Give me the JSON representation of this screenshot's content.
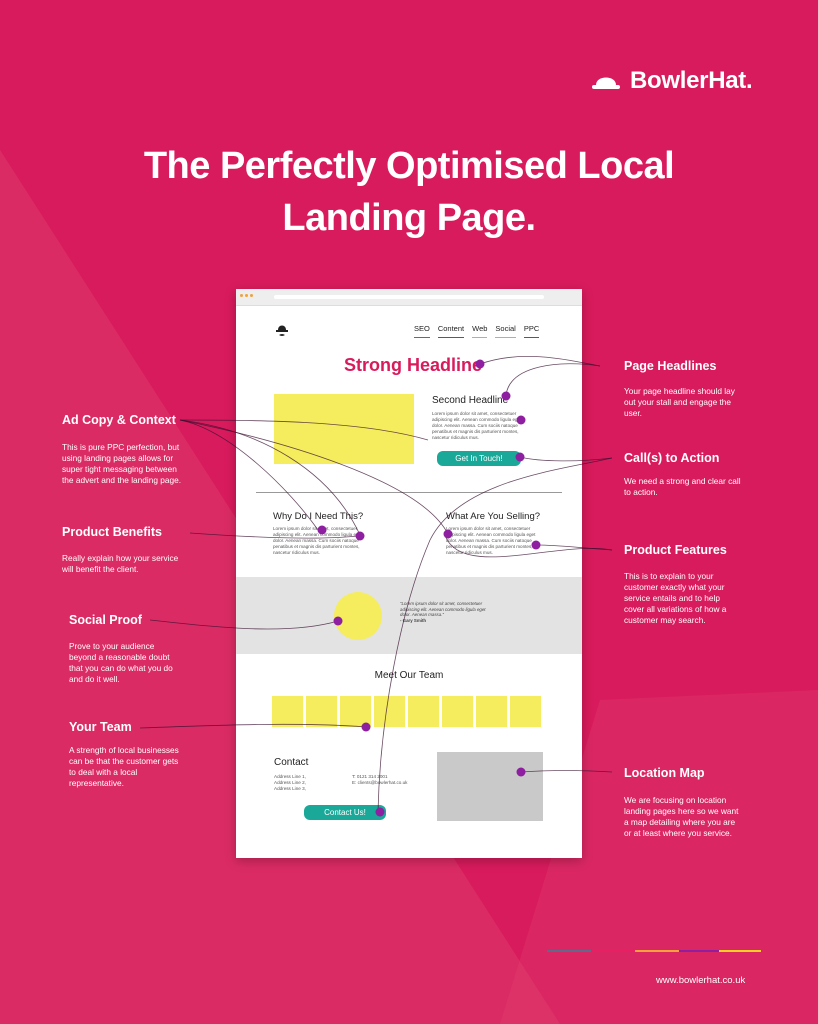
{
  "brand": {
    "name": "BowlerHat.",
    "icon": "bowler-hat-icon"
  },
  "title": {
    "line1": "The Perfectly Optimised Local",
    "line2": "Landing Page."
  },
  "colors": {
    "background": "#d81b5c",
    "accent_purple": "#8e1fa0",
    "yellow": "#f5ec5e",
    "teal": "#1aa898"
  },
  "mockup": {
    "nav": [
      "SEO",
      "Content",
      "Web",
      "Social",
      "PPC"
    ],
    "strong_headline": "Strong Headline",
    "second_headline": "Second Headline",
    "lorem_short": "Lorem ipsum dolor sit amet, consectetuer adipiscing elit. Aenean commodo ligula eget dolor. Aenean massa. Cum sociis natoque penatibus et magnis dis parturient montes, nascetur ridiculus mus.",
    "cta_top": "Get In Touch!",
    "why_title": "Why Do I Need This?",
    "what_title": "What Are You Selling?",
    "quote": "\"Lorem ipsum dolor sit amet, consectetuer adipiscing elit. Aenean commodo ligula eget dolor. Aenean massa.\"",
    "quote_author": "- Gary Smith",
    "team_title": "Meet Our Team",
    "contact_title": "Contact",
    "address": [
      "Address Line 1,",
      "Address Line 2,",
      "Address Line 3,"
    ],
    "phone": "T: 0121 314 2001",
    "email": "E: clients@bowlerhat.co.uk",
    "cta_bottom": "Contact Us!"
  },
  "annotations": {
    "ad_copy": {
      "title": "Ad Copy & Context",
      "desc": "This is pure PPC perfection, but using landing pages allows for super tight messaging between the advert and the landing page."
    },
    "product_benefits": {
      "title": "Product Benefits",
      "desc": "Really explain how your service will benefit the client."
    },
    "social_proof": {
      "title": "Social Proof",
      "desc": "Prove to your audience beyond a reasonable doubt that you can do what you do and do it well."
    },
    "your_team": {
      "title": "Your Team",
      "desc": "A strength of local businesses can be that the customer gets to deal with a local representative."
    },
    "page_headlines": {
      "title": "Page Headlines",
      "desc": "Your page headline should lay out your stall and engage the user."
    },
    "calls_to_action": {
      "title": "Call(s) to Action",
      "desc": "We need a strong and clear call to action."
    },
    "product_features": {
      "title": "Product Features",
      "desc": "This is to explain to your customer exactly what your service entails and to help cover all variations of how a customer may search."
    },
    "location_map": {
      "title": "Location Map",
      "desc": "We are focusing on location landing pages here so we want a map detailing where you are or at least where you service."
    }
  },
  "footer": {
    "url": "www.bowlerhat.co.uk",
    "bar_colors": [
      "#5c6b8a",
      "#d81b5c",
      "#f2a23a",
      "#8e1fa0",
      "#f5d020"
    ]
  }
}
